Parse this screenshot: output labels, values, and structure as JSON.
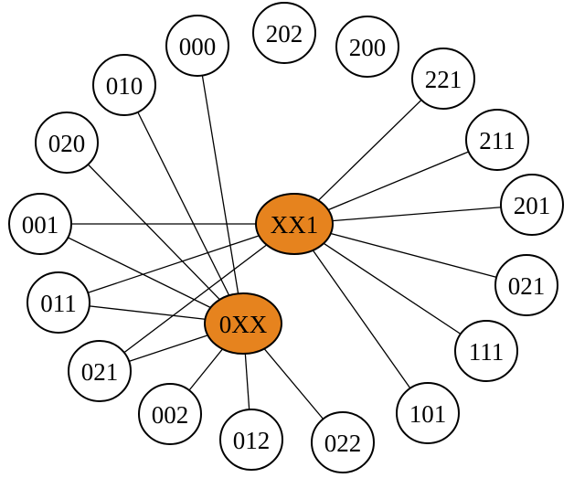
{
  "colors": {
    "hub_fill": "#E6831E",
    "node_fill": "#FFFFFF",
    "stroke": "#000000"
  },
  "hubs": [
    {
      "id": "XX1",
      "label": "XX1"
    },
    {
      "id": "0XX",
      "label": "0XX"
    }
  ],
  "nodes": [
    {
      "id": "n202",
      "label": "202"
    },
    {
      "id": "n000",
      "label": "000"
    },
    {
      "id": "n200",
      "label": "200"
    },
    {
      "id": "n010",
      "label": "010"
    },
    {
      "id": "n221",
      "label": "221"
    },
    {
      "id": "n020",
      "label": "020"
    },
    {
      "id": "n211",
      "label": "211"
    },
    {
      "id": "n001",
      "label": "001"
    },
    {
      "id": "n201",
      "label": "201"
    },
    {
      "id": "n011",
      "label": "011"
    },
    {
      "id": "n021r",
      "label": "021"
    },
    {
      "id": "n021l",
      "label": "021"
    },
    {
      "id": "n111",
      "label": "111"
    },
    {
      "id": "n002",
      "label": "002"
    },
    {
      "id": "n101",
      "label": "101"
    },
    {
      "id": "n012",
      "label": "012"
    },
    {
      "id": "n022",
      "label": "022"
    }
  ],
  "edges": [
    [
      "XX1",
      "n221"
    ],
    [
      "XX1",
      "n211"
    ],
    [
      "XX1",
      "n201"
    ],
    [
      "XX1",
      "n021r"
    ],
    [
      "XX1",
      "n111"
    ],
    [
      "XX1",
      "n101"
    ],
    [
      "XX1",
      "n001"
    ],
    [
      "XX1",
      "n011"
    ],
    [
      "XX1",
      "n021l"
    ],
    [
      "0XX",
      "n000"
    ],
    [
      "0XX",
      "n010"
    ],
    [
      "0XX",
      "n020"
    ],
    [
      "0XX",
      "n001"
    ],
    [
      "0XX",
      "n011"
    ],
    [
      "0XX",
      "n021l"
    ],
    [
      "0XX",
      "n002"
    ],
    [
      "0XX",
      "n012"
    ],
    [
      "0XX",
      "n022"
    ]
  ]
}
